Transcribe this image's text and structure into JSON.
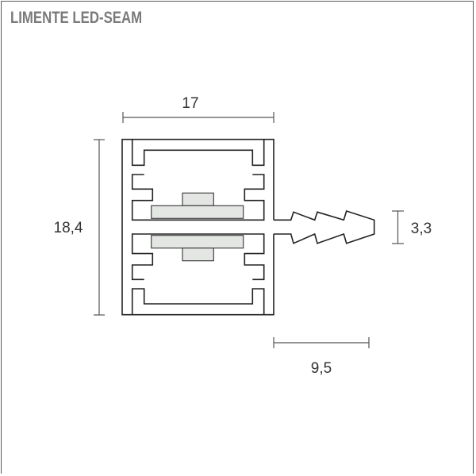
{
  "title": "LIMENTE LED-SEAM",
  "dimensions": {
    "width": "17",
    "height": "18,4",
    "fin_thickness": "3,3",
    "fin_length": "9,5"
  },
  "colors": {
    "outline": "#222222",
    "led": "#e4e6e4",
    "dimension": "#444444",
    "title": "#7a7a7a"
  }
}
